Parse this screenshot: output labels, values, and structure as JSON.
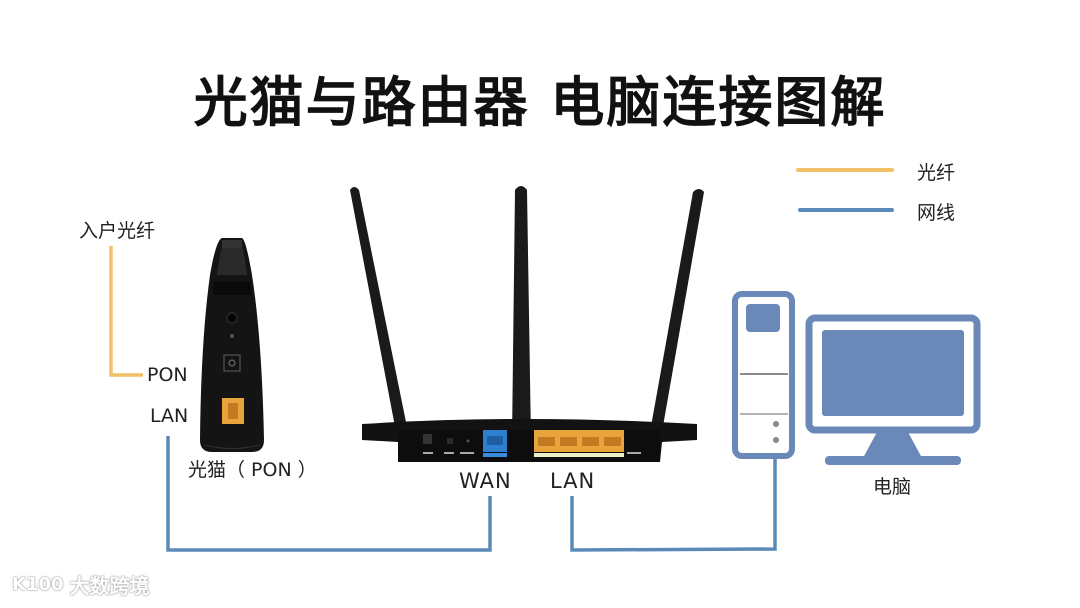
{
  "title": "光猫与路由器 电脑连接图解",
  "legend": {
    "items": [
      {
        "label": "光纤",
        "color": "#f2c067"
      },
      {
        "label": "网线",
        "color": "#5b8ab8"
      }
    ]
  },
  "modem": {
    "incoming_fiber_label": "入户光纤",
    "pon_port_label": "PON",
    "lan_port_label": "LAN",
    "device_label": "光猫（ PON ）",
    "port_color": "#e8a33a"
  },
  "router": {
    "wan_label": "WAN",
    "lan_label": "LAN",
    "wan_port_color": "#2f7fd0",
    "lan_port_color": "#e8a33a",
    "lan_port_count": 4,
    "antenna_count": 3
  },
  "computer": {
    "label": "电脑",
    "color": "#6a88b8"
  },
  "connections": [
    {
      "type": "光纤",
      "from": "入户光纤",
      "to": "光猫 PON"
    },
    {
      "type": "网线",
      "from": "光猫 LAN",
      "to": "路由器 WAN"
    },
    {
      "type": "网线",
      "from": "路由器 LAN",
      "to": "电脑"
    }
  ],
  "watermark": {
    "logo": "K100",
    "text": "大数跨境"
  }
}
